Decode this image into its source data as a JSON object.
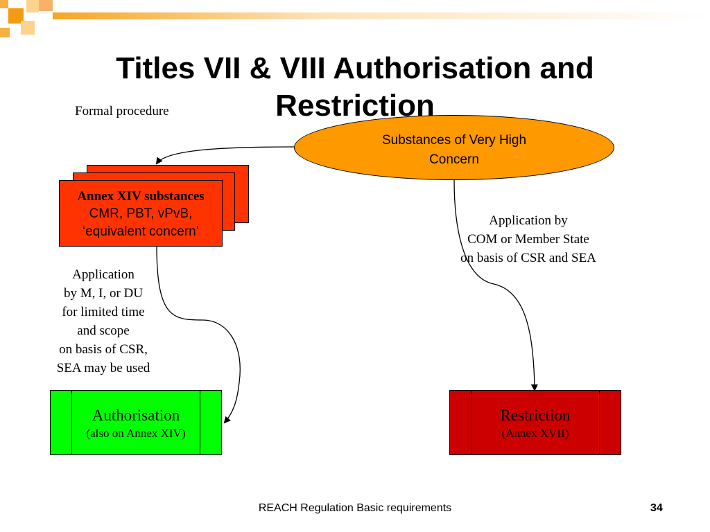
{
  "slide": {
    "title_line1": "Titles VII & VIII Authorisation and",
    "title_line2": "Restriction",
    "subtitle": "Formal procedure",
    "footer": "REACH Regulation Basic requirements",
    "page_number": "34"
  },
  "ellipse": {
    "line1": "Substances of Very High",
    "line2": "Concern"
  },
  "annex": {
    "title": "Annex XIV substances",
    "line2": "CMR, PBT, vPvB,",
    "line3": "‘equivalent concern’"
  },
  "left_application": [
    "Application",
    "by M, I, or DU",
    "for limited time",
    "and scope",
    "on basis of CSR,",
    "SEA may be used"
  ],
  "right_application": [
    "Application by",
    "COM or Member State",
    "on basis of CSR and SEA"
  ],
  "authorisation": {
    "label": "Authorisation",
    "sub": "(also on Annex XIV)"
  },
  "restriction": {
    "label": "Restriction",
    "sub": "(Annex XVII)"
  },
  "colors": {
    "accent_orange": "#ff9900",
    "annex_red": "#ff3300",
    "authorisation_green": "#00ff00",
    "restriction_red": "#cc0000",
    "corner_squares": "#f5a623"
  }
}
